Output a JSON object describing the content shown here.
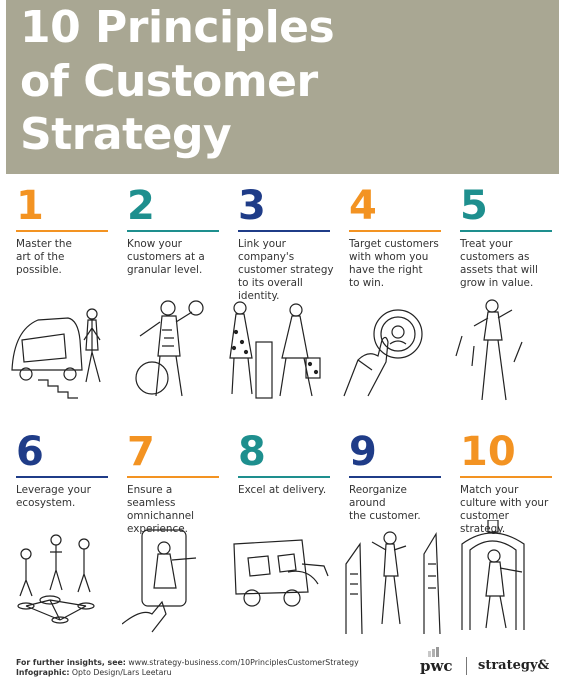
{
  "header": {
    "title_lines": [
      "10 Principles",
      "of Customer",
      "Strategy"
    ]
  },
  "colors": {
    "header_bg": "#a9a793",
    "orange": "#f39322",
    "teal": "#1e8f8e",
    "navy": "#1f3c88"
  },
  "principles": [
    {
      "number": "1",
      "text": "Master the\nart of the possible.",
      "color": "#f39322",
      "illustration": "car-stairs-illustration"
    },
    {
      "number": "2",
      "text": "Know your\ncustomers at a\ngranular level.",
      "color": "#1e8f8e",
      "illustration": "magnifying-glass-man-illustration"
    },
    {
      "number": "3",
      "text": "Link your\ncompany's\ncustomer strategy\nto its overall\nidentity.",
      "color": "#1f3c88",
      "illustration": "shoppers-illustration"
    },
    {
      "number": "4",
      "text": "Target customers\nwith whom you\nhave the right\nto win.",
      "color": "#f39322",
      "illustration": "hand-coin-illustration"
    },
    {
      "number": "5",
      "text": "Treat your\ncustomers as\nassets that will\ngrow in value.",
      "color": "#1e8f8e",
      "illustration": "stilts-man-illustration"
    },
    {
      "number": "6",
      "text": "Leverage your\necosystem.",
      "color": "#1f3c88",
      "illustration": "network-people-illustration"
    },
    {
      "number": "7",
      "text": "Ensure a seamless\nomnichannel\nexperience.",
      "color": "#f39322",
      "illustration": "phone-man-illustration"
    },
    {
      "number": "8",
      "text": "Excel at delivery.",
      "color": "#1e8f8e",
      "illustration": "delivery-truck-illustration"
    },
    {
      "number": "9",
      "text": "Reorganize around\nthe customer.",
      "color": "#1f3c88",
      "illustration": "woman-buildings-illustration"
    },
    {
      "number": "10",
      "text": "Match your\nculture with your\ncustomer strategy.",
      "color": "#f39322",
      "illustration": "doorway-man-illustration"
    }
  ],
  "footer": {
    "insights_label": "For further insights, see:",
    "insights_url": "www.strategy-business.com/10PrinciplesCustomerStrategy",
    "infographic_label": "Infographic:",
    "infographic_credit": "Opto Design/Lars Leetaru"
  },
  "logos": {
    "pwc": "pwc",
    "strategy": "strategy&"
  }
}
